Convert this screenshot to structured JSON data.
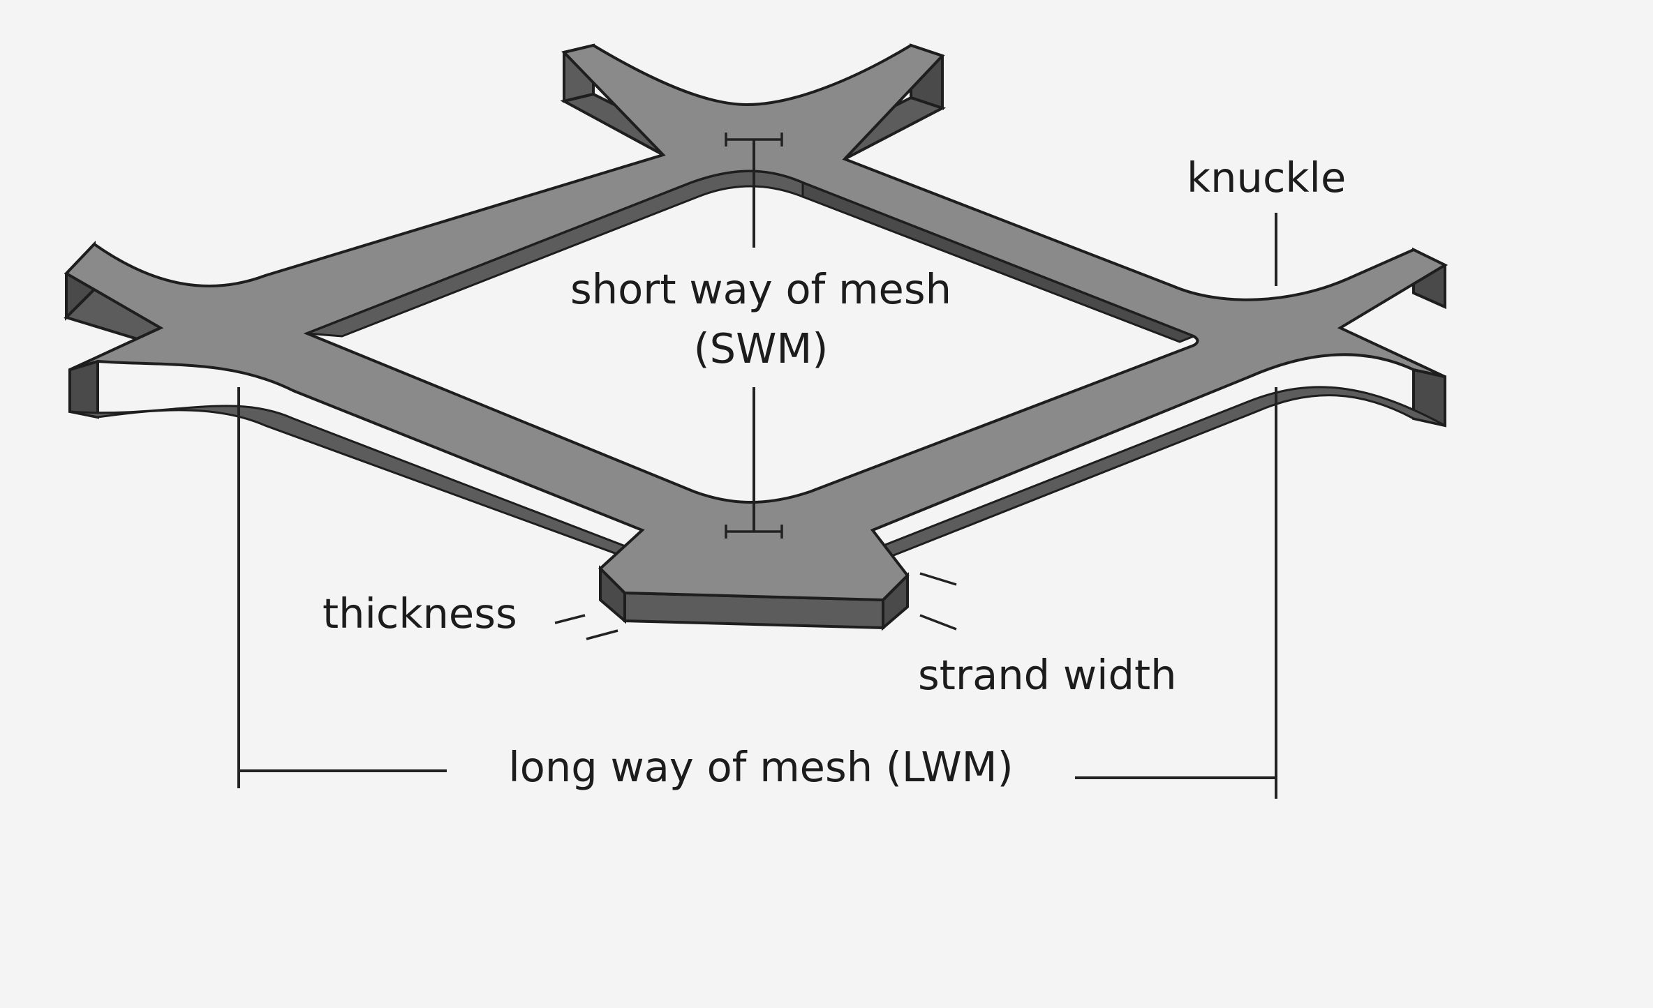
{
  "diagram": {
    "labels": {
      "knuckle": "knuckle",
      "swm_line1": "short way of mesh",
      "swm_line2": "(SWM)",
      "thickness": "thickness",
      "strand_width": "strand width",
      "lwm": "long way of mesh (LWM)"
    },
    "colors": {
      "background": "#f4f4f4",
      "metal_top": "#8a8a8a",
      "metal_side": "#5c5c5c",
      "metal_dark": "#4a4a4a",
      "outline": "#1e1e1e",
      "text": "#1c1c1c"
    }
  }
}
